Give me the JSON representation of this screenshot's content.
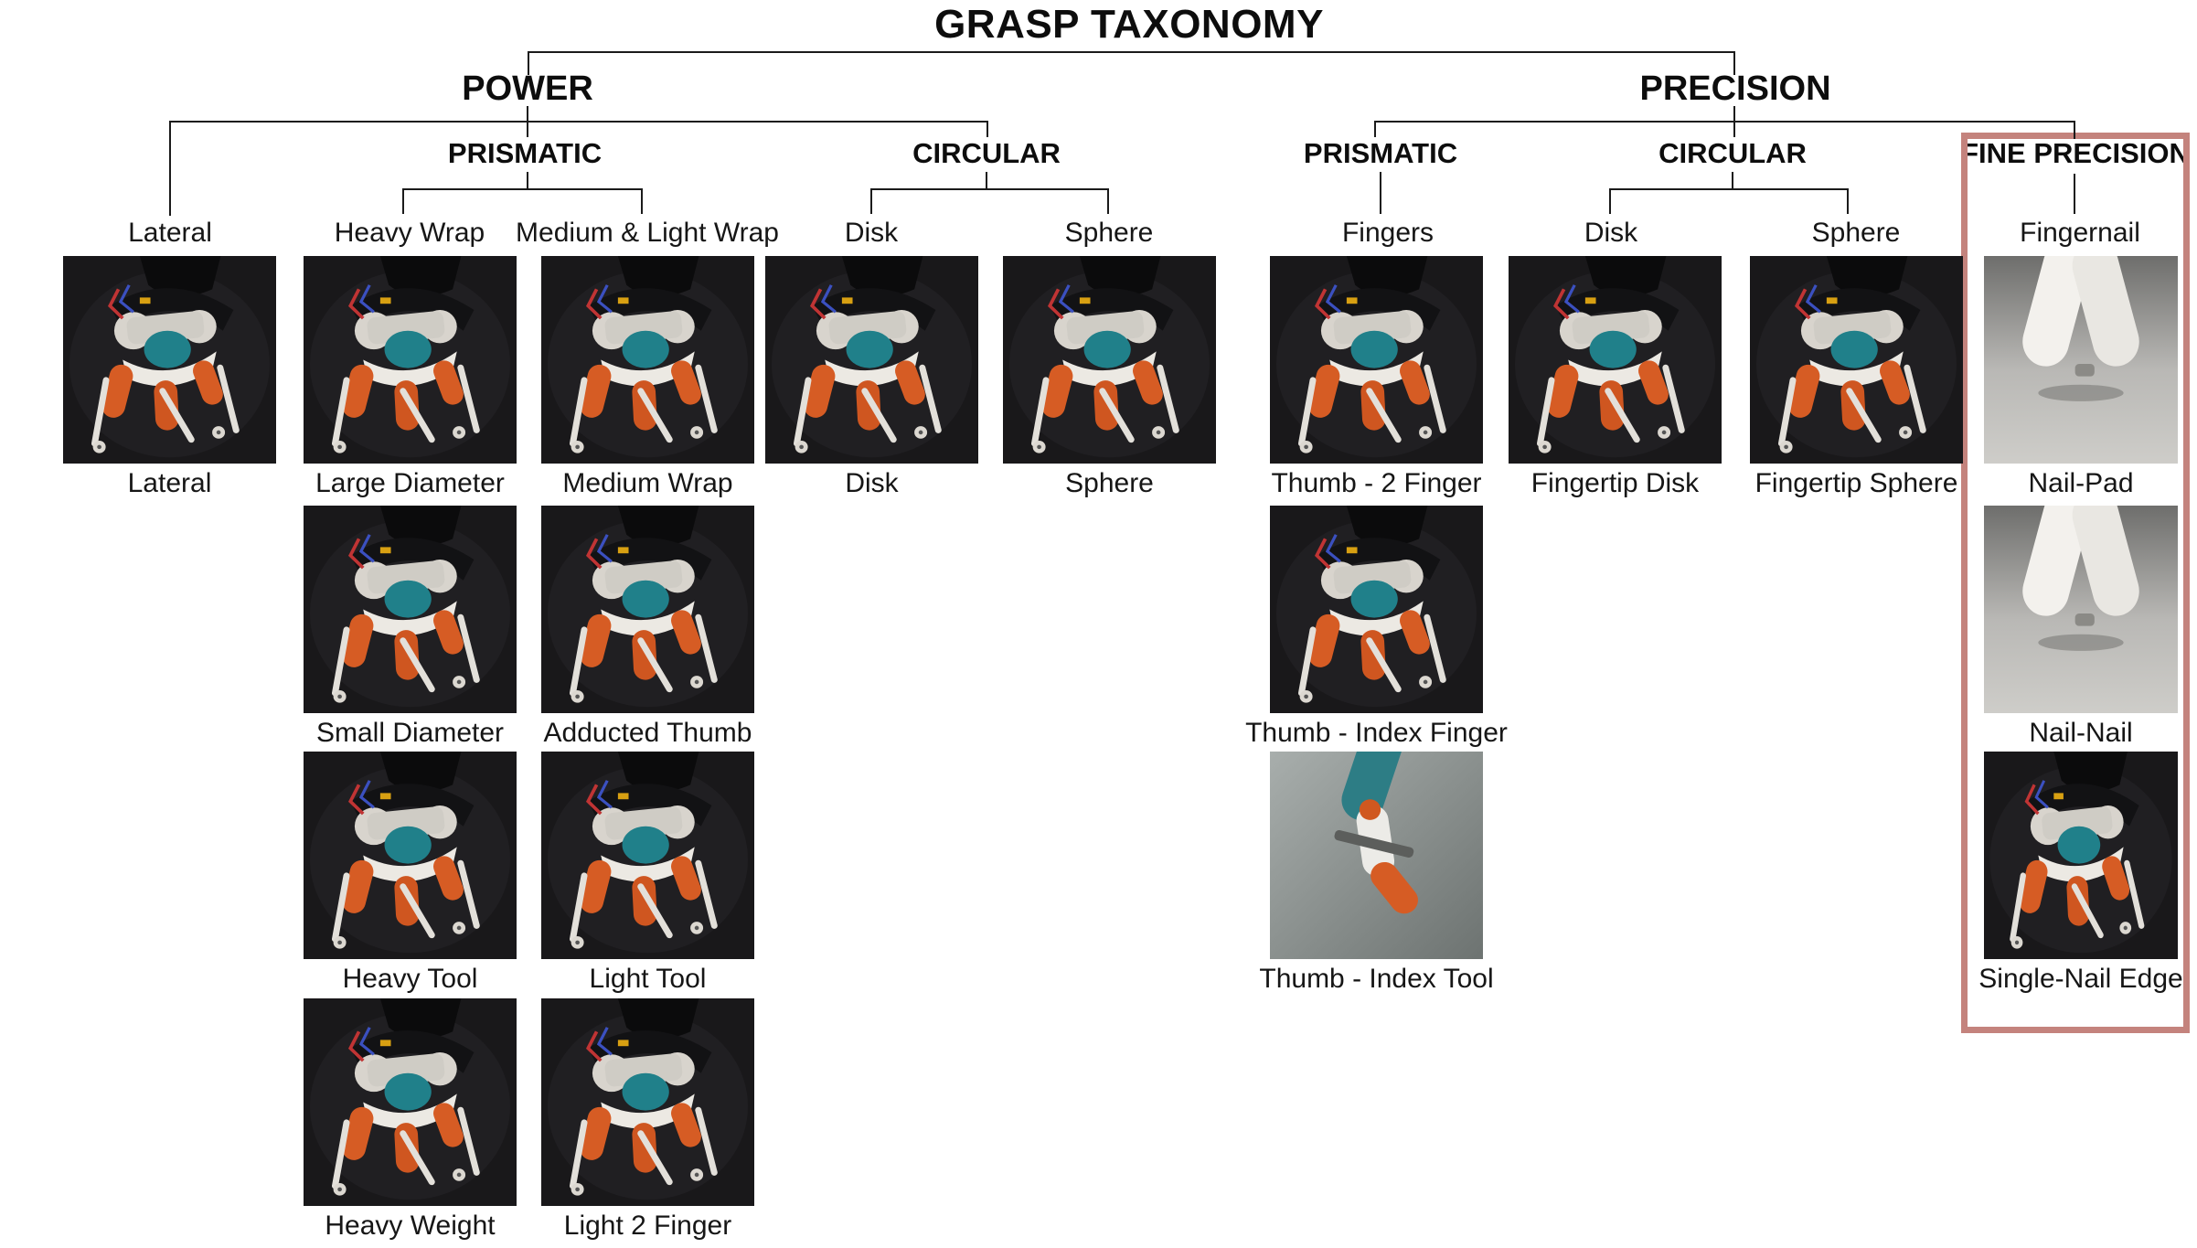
{
  "title": "GRASP TAXONOMY",
  "colors": {
    "fine_precision_box": "#c4837d"
  },
  "groups": {
    "power": "POWER",
    "precision": "PRECISION",
    "power_prismatic": "PRISMATIC",
    "power_circular": "CIRCULAR",
    "precision_prismatic": "PRISMATIC",
    "precision_circular": "CIRCULAR",
    "fine_precision": "FINE PRECISION"
  },
  "leaves": {
    "lateral": "Lateral",
    "heavy_wrap": "Heavy Wrap",
    "medium_light_wrap": "Medium & Light Wrap",
    "power_disk": "Disk",
    "power_sphere": "Sphere",
    "fingers": "Fingers",
    "precision_disk": "Disk",
    "precision_sphere": "Sphere",
    "fingernail": "Fingernail"
  },
  "cells": [
    {
      "caption": "Lateral"
    },
    {
      "caption": "Large Diameter"
    },
    {
      "caption": "Medium Wrap"
    },
    {
      "caption": "Disk"
    },
    {
      "caption": "Sphere"
    },
    {
      "caption": "Thumb - 2 Finger"
    },
    {
      "caption": "Fingertip Disk"
    },
    {
      "caption": "Fingertip Sphere"
    },
    {
      "caption": "Nail-Pad"
    },
    {
      "caption": "Small Diameter"
    },
    {
      "caption": "Adducted Thumb"
    },
    {
      "caption": "Thumb - Index Finger"
    },
    {
      "caption": "Nail-Nail"
    },
    {
      "caption": "Heavy Tool"
    },
    {
      "caption": "Light Tool"
    },
    {
      "caption": "Thumb - Index Tool"
    },
    {
      "caption": "Single-Nail Edge"
    },
    {
      "caption": "Heavy Weight"
    },
    {
      "caption": "Light 2 Finger"
    }
  ]
}
